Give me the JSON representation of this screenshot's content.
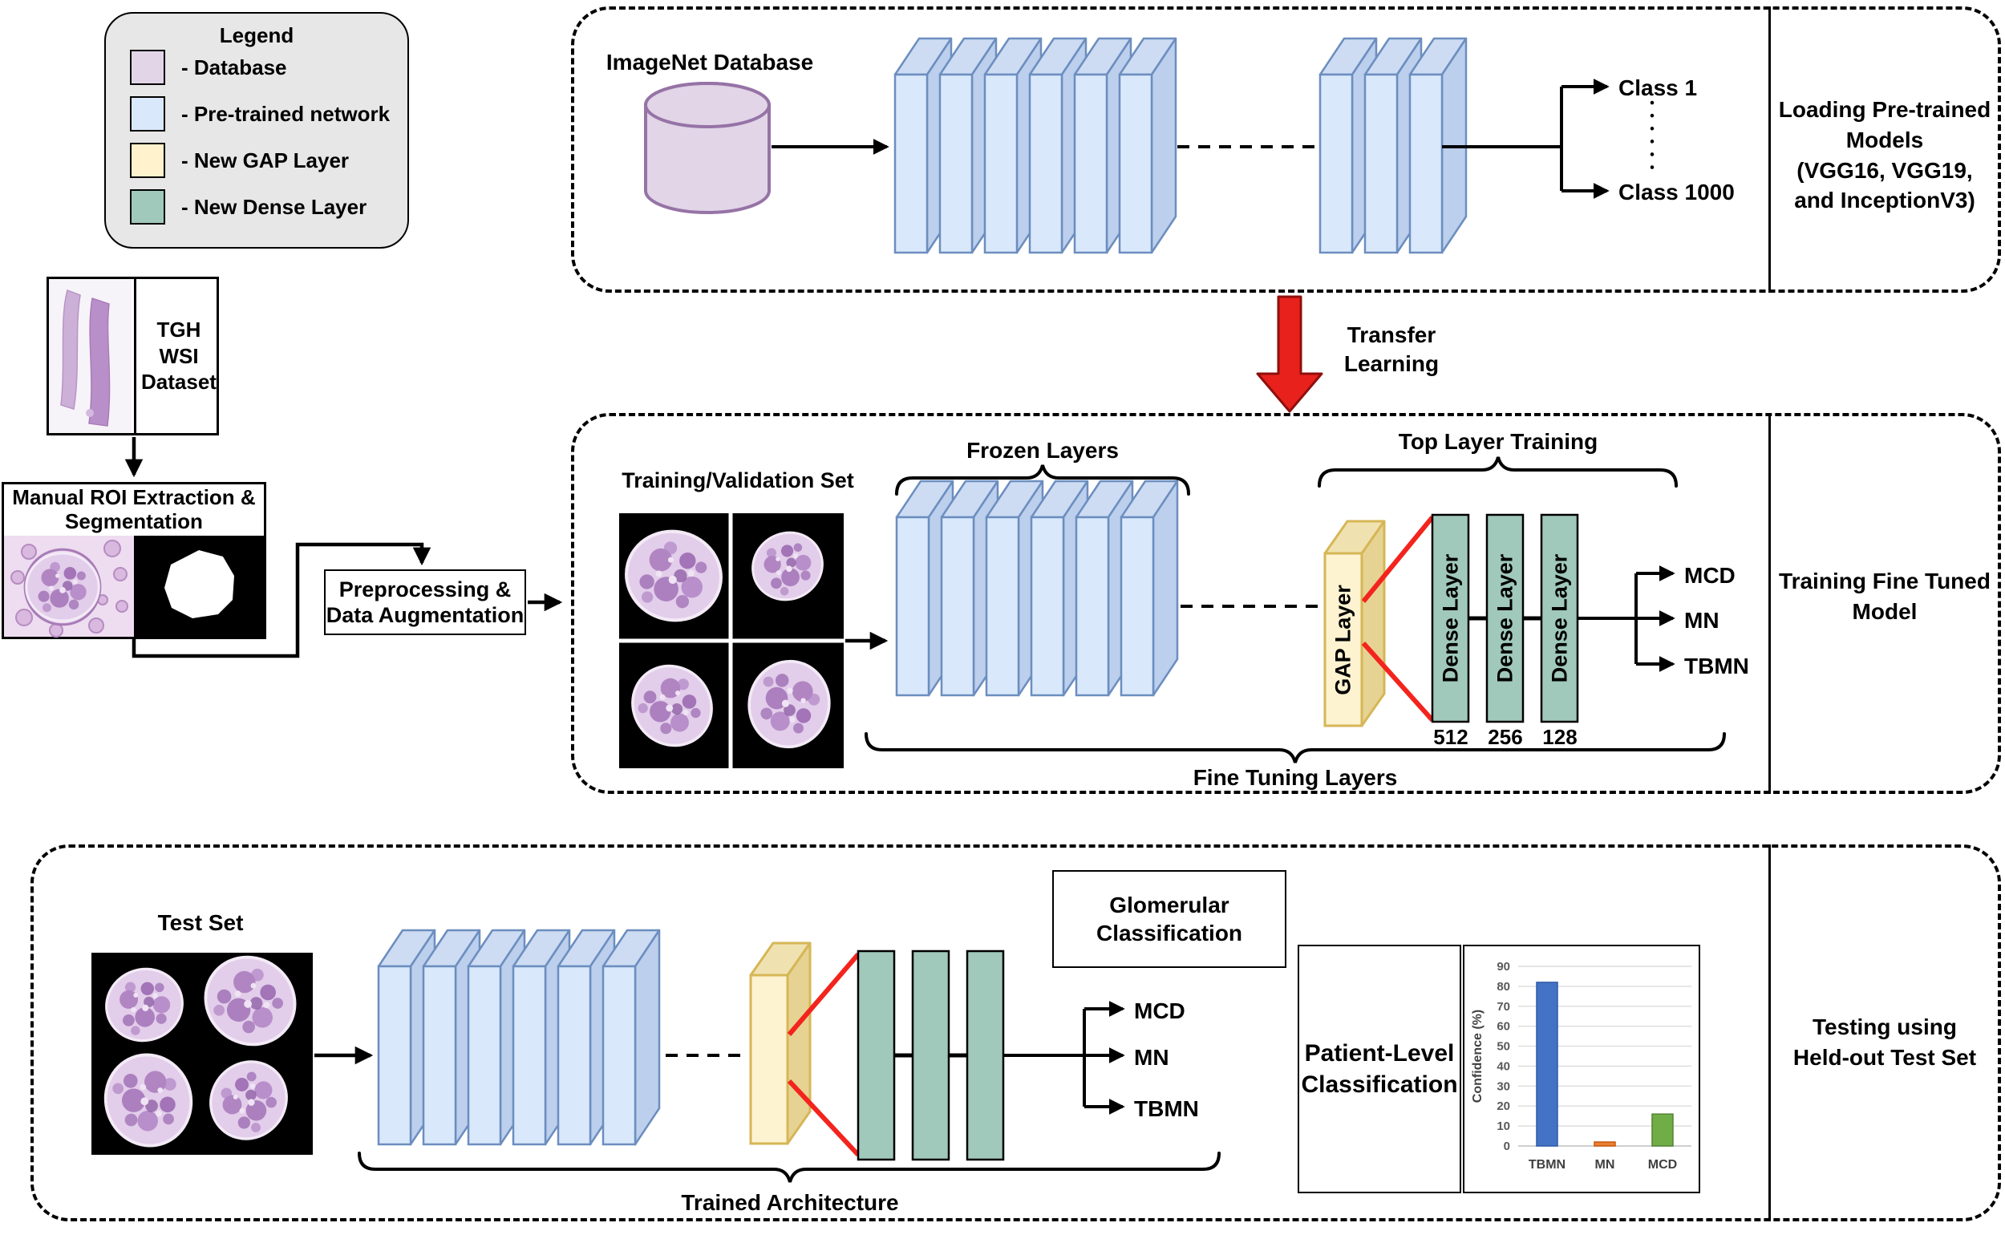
{
  "legend": {
    "title": "Legend",
    "items": [
      {
        "label": "- Database",
        "color": "#e1d5e7"
      },
      {
        "label": "- Pre-trained network",
        "color": "#dae8fc"
      },
      {
        "label": "- New GAP Layer",
        "color": "#fff2cc"
      },
      {
        "label": "- New Dense Layer",
        "color": "#a0c8bb"
      }
    ]
  },
  "top_box": {
    "database_label": "ImageNet Database",
    "class_top": "Class 1",
    "class_bottom": "Class 1000",
    "side_label_lines": [
      "Loading Pre-trained",
      "Models",
      "(VGG16, VGG19,",
      "and InceptionV3)"
    ]
  },
  "transfer": {
    "lines": [
      "Transfer",
      "Learning"
    ]
  },
  "left_flow": {
    "wsi_lines": [
      "TGH",
      "WSI",
      "Dataset"
    ],
    "roi_lines": [
      "Manual ROI Extraction &",
      "Segmentation"
    ],
    "preprocess_lines": [
      "Preprocessing &",
      "Data Augmentation"
    ]
  },
  "middle_box": {
    "train_set_label": "Training/Validation Set",
    "frozen_label": "Frozen Layers",
    "top_layer_label": "Top Layer Training",
    "gap_label": "GAP Layer",
    "dense_label": "Dense Layer",
    "dense_sizes": [
      "512",
      "256",
      "128"
    ],
    "outputs": [
      "MCD",
      "MN",
      "TBMN"
    ],
    "fine_tuning_label": "Fine Tuning Layers",
    "side_label_lines": [
      "Training Fine Tuned",
      "Model"
    ]
  },
  "bottom_box": {
    "test_set_label": "Test Set",
    "glom_class_lines": [
      "Glomerular",
      "Classification"
    ],
    "outputs": [
      "MCD",
      "MN",
      "TBMN"
    ],
    "trained_arch_label": "Trained Architecture",
    "patient_lines": [
      "Patient-Level",
      "Classification"
    ],
    "side_label_lines": [
      "Testing using",
      "Held-out Test Set"
    ]
  },
  "chart_data": {
    "type": "bar",
    "ylabel": "Confidence (%)",
    "categories": [
      "TBMN",
      "MN",
      "MCD"
    ],
    "values": [
      82,
      2,
      16
    ],
    "bar_colors": [
      "#4472c4",
      "#ed7d31",
      "#70ad47"
    ],
    "bar_strokes": [
      "#2e5aa8",
      "#c55a11",
      "#548235"
    ],
    "ylim": [
      0,
      90
    ],
    "ytick_step": 10,
    "grid": true,
    "legend_position": "none"
  },
  "colors": {
    "database_fill": "#e1d5e7",
    "database_stroke": "#9673a6",
    "network_fill": "#dae8fc",
    "network_stroke": "#6c8ebf",
    "gap_fill": "#fff2cc",
    "gap_stroke": "#d6b656",
    "dense_fill": "#a0c8bb",
    "transfer_red": "#e8211d"
  }
}
